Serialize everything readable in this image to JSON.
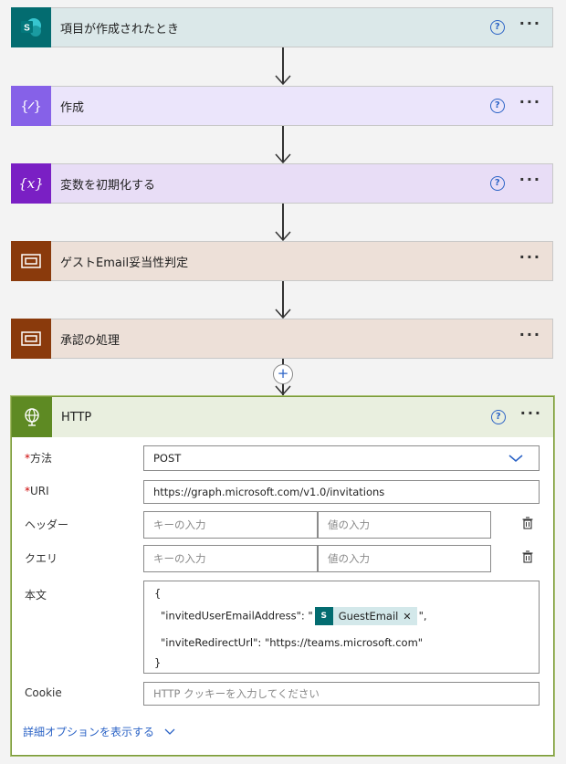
{
  "steps": [
    {
      "title": "項目が作成されたとき",
      "icon": "sharepoint-icon",
      "bg": "#dbe8e9",
      "icon_bg": "#036c70",
      "help": true
    },
    {
      "title": "作成",
      "icon": "compose-icon",
      "bg": "#ebe5fb",
      "icon_bg": "#8661e8",
      "help": true
    },
    {
      "title": "変数を初期化する",
      "icon": "variable-icon",
      "bg": "#e8ddf6",
      "icon_bg": "#7a1fc4",
      "help": true
    },
    {
      "title": "ゲストEmail妥当性判定",
      "icon": "scope-icon",
      "bg": "#ede0d8",
      "icon_bg": "#8a3a0c",
      "help": false
    },
    {
      "title": "承認の処理",
      "icon": "scope-icon",
      "bg": "#ede0d8",
      "icon_bg": "#8a3a0c",
      "help": false
    }
  ],
  "help_glyph": "?",
  "more_glyph": "···",
  "add_glyph": "+",
  "http": {
    "title": "HTTP",
    "method_label": "方法",
    "method_value": "POST",
    "uri_label": "URI",
    "uri_value": "https://graph.microsoft.com/v1.0/invitations",
    "headers_label": "ヘッダー",
    "query_label": "クエリ",
    "key_placeholder": "キーの入力",
    "value_placeholder": "値の入力",
    "body_label": "本文",
    "body_lines": [
      "{",
      "\"invitedUserEmailAddress\": \"",
      "\",",
      "\"inviteRedirectUrl\": \"https://teams.microsoft.com\"",
      "}"
    ],
    "token_label": "GuestEmail",
    "token_close": "✕",
    "cookie_label": "Cookie",
    "cookie_placeholder": "HTTP クッキーを入力してください",
    "advanced_link": "詳細オプションを表示する",
    "required_mark": "*"
  }
}
